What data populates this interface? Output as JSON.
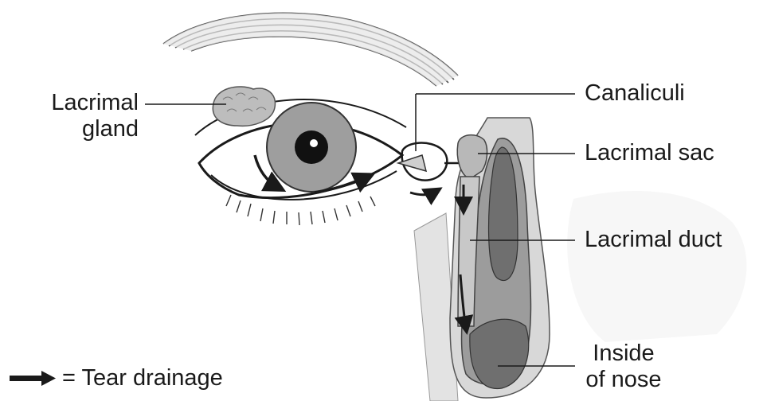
{
  "labels": {
    "lacrimal_gland": [
      "Lacrimal",
      "gland"
    ],
    "canaliculi": "Canaliculi",
    "lacrimal_sac": "Lacrimal sac",
    "lacrimal_duct": "Lacrimal duct",
    "inside_of_nose": [
      "Inside",
      "of nose"
    ]
  },
  "legend": {
    "text": "= Tear drainage"
  }
}
